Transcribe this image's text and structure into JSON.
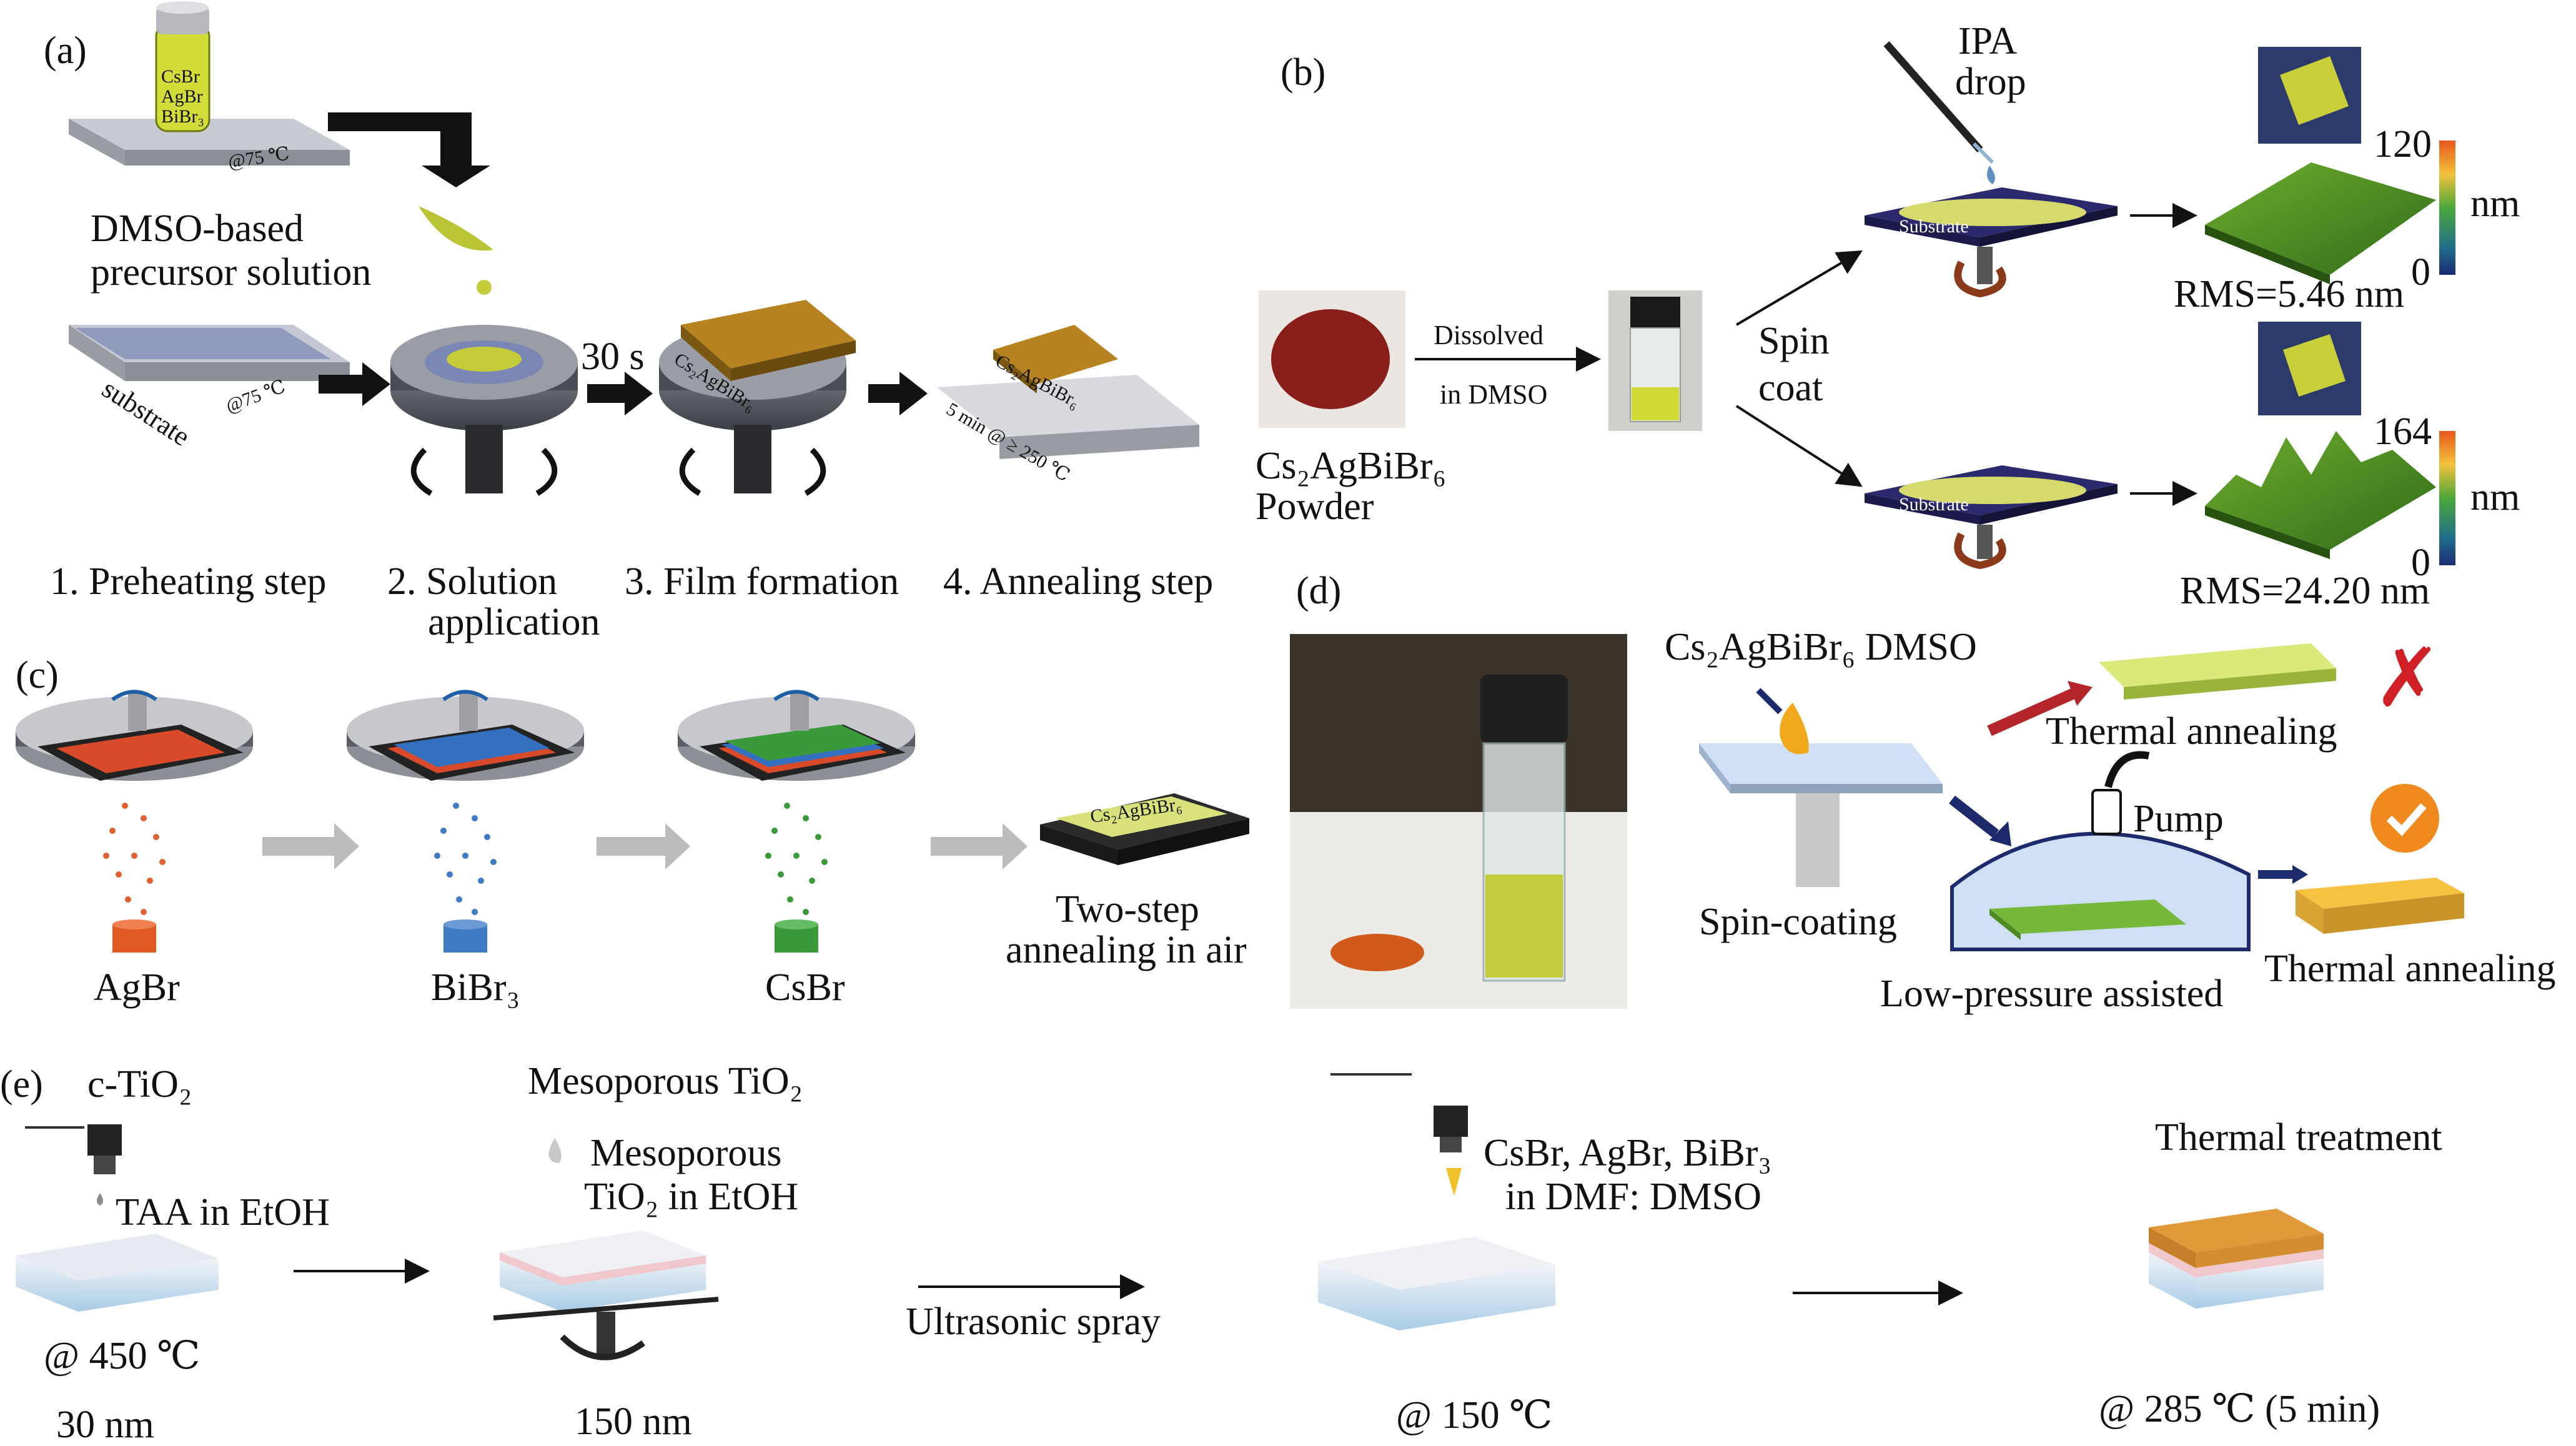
{
  "panels": {
    "a": {
      "tag": "(a)",
      "vial_labels": [
        "CsBr",
        "AgBr",
        "BiBr₃"
      ],
      "plate_temp": "@75 ℃",
      "precursor_line1": "DMSO-based",
      "precursor_line2": "precursor solution",
      "substrate_label": "substrate",
      "substrate_temp": "@75 ℃",
      "time_label": "30 s",
      "film_label": "Cs₂AgBiBr₆",
      "film_label_2": "Cs₂AgBiBr₆",
      "anneal_label": "5 min @ ≥ 250 ℃",
      "steps": [
        "1. Preheating step",
        "2. Solution",
        "application",
        "3. Film formation",
        "4. Annealing step"
      ]
    },
    "b": {
      "tag": "(b)",
      "ipa_line1": "IPA",
      "ipa_line2": "drop",
      "dissolved": "Dissolved",
      "in_dmso": "in DMSO",
      "spin": "Spin",
      "coat": "coat",
      "powder_line1": "Cs₂AgBiBr₆",
      "powder_line2": "Powder",
      "substrate": "Substrate",
      "substrate_2": "Substrate",
      "scale_top_max": "120",
      "scale_top_min": "0",
      "scale_unit": "nm",
      "scale_unit_2": "nm",
      "rms_top": "RMS=5.46 nm",
      "scale_bottom_max": "164",
      "scale_bottom_min": "0",
      "rms_bottom": "RMS=24.20 nm"
    },
    "c": {
      "tag": "(c)",
      "sources": [
        "AgBr",
        "BiBr₃",
        "CsBr"
      ],
      "film_label": "Cs₂AgBiBr₆",
      "final_line1": "Two-step",
      "final_line2": "annealing in air"
    },
    "d": {
      "tag": "(d)",
      "solution_label": "Cs₂AgBiBr₆ DMSO",
      "thermal_top": "Thermal annealing",
      "pump": "Pump",
      "spin_coating": "Spin-coating",
      "low_pressure": "Low-pressure assisted",
      "thermal_bottom": "Thermal annealing"
    },
    "e": {
      "tag": "(e)",
      "c_tio2": "c-TiO₂",
      "taa": "TAA in EtOH",
      "temp_450": "@ 450 ℃",
      "thick_30": "30 nm",
      "meso_title": "Mesoporous TiO₂",
      "meso_line1": "Mesoporous",
      "meso_line2": "TiO₂ in EtOH",
      "thick_150": "150 nm",
      "ultrasonic": "Ultrasonic spray",
      "precursors_line1": "CsBr, AgBr, BiBr₃",
      "precursors_line2": "in DMF: DMSO",
      "temp_150": "@ 150 ℃",
      "thermal": "Thermal treatment",
      "temp_285": "@ 285 ℃  (5 min)"
    }
  }
}
